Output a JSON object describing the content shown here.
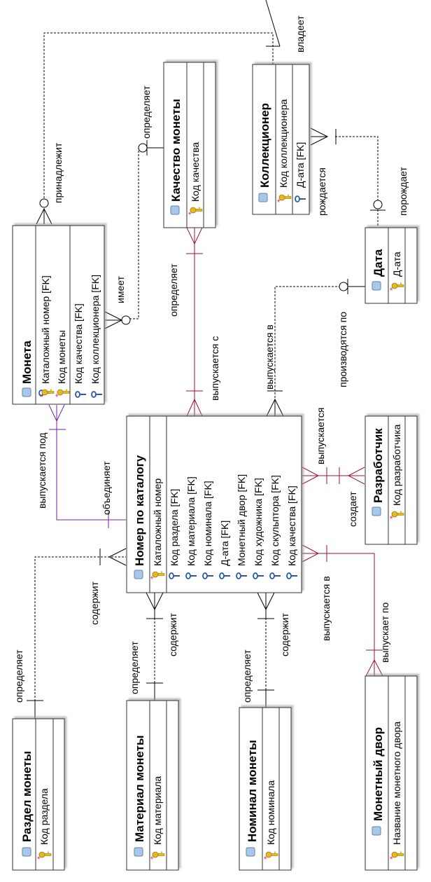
{
  "diagram": {
    "orientation": "rotated-90-ccw",
    "entities": {
      "moneta": {
        "title": "Монета",
        "pk": [
          "Каталожный номер [FK]",
          "Код монеты"
        ],
        "attrs": [
          "Код качества [FK]",
          "Код коллекционера [FK]"
        ]
      },
      "kachestvo": {
        "title": "Качество монеты",
        "pk": [
          "Код качества"
        ],
        "attrs": []
      },
      "kollektsioner": {
        "title": "Коллекционер",
        "pk": [
          "Код коллекционера"
        ],
        "attrs": [
          "Д-ата [FK]"
        ]
      },
      "data": {
        "title": "Дата",
        "pk": [
          "Д-ата"
        ],
        "attrs": []
      },
      "nomer": {
        "title": "Номер по каталогу",
        "pk": [
          "Каталожный номер"
        ],
        "attrs": [
          "Код раздела [FK]",
          "Код материала [FK]",
          "Код номинала [FK]",
          "Д-ата [FK]",
          "Монетный двор [FK]",
          "Код художника [FK]",
          "Код скульптора [FK]",
          "Код качества [FK]"
        ]
      },
      "razrabotchik": {
        "title": "Разработчик",
        "pk": [
          "Код разработчика"
        ],
        "attrs": []
      },
      "razdel": {
        "title": "Раздел монеты",
        "pk": [
          "Код раздела"
        ],
        "attrs": []
      },
      "material": {
        "title": "Материал монеты",
        "pk": [
          "Код материала"
        ],
        "attrs": []
      },
      "nominal": {
        "title": "Номинал монеты",
        "pk": [
          "Код номинала"
        ],
        "attrs": []
      },
      "dvor": {
        "title": "Монетный двор",
        "pk": [
          "Название монетного двора"
        ],
        "attrs": []
      }
    },
    "labels": {
      "vladeet": "владеет",
      "prinadlezhit": "принадлежит",
      "opredelyaet_kach": "определяет",
      "imeet": "имеет",
      "rozhdaetsya": "рождается",
      "porozhdaet": "порождает",
      "opredelyaet_nomer": "определяет",
      "vypuskaetsya_s": "выпускается с",
      "vypuskaetsya_v_data": "выпускается в",
      "proizvodyatsya_po": "производятся по",
      "vypuskaetsya_pod": "выпускается под",
      "obedinyaet": "объединяет",
      "vypuskaetsya_razr": "выпускается",
      "sozdaet": "создает",
      "soderzhit_razdel": "содержит",
      "opredelyaet_razdel": "определяет",
      "soderzhit_material": "содержит",
      "opredelyaet_material": "определяет",
      "soderzhit_nominal": "содержит",
      "opredelyaet_nominal": "определяет",
      "vypuskaetsya_v_dvor": "выпускается в",
      "vypuskaet_po": "выпускает по"
    },
    "colors": {
      "line_default": "#000000",
      "line_purple": "#7a1fa2",
      "line_crimson": "#9b1040",
      "key_gold": "#e8b820",
      "key_blue": "#2a5aa8",
      "entity_icon": "#a9c8e8"
    }
  }
}
